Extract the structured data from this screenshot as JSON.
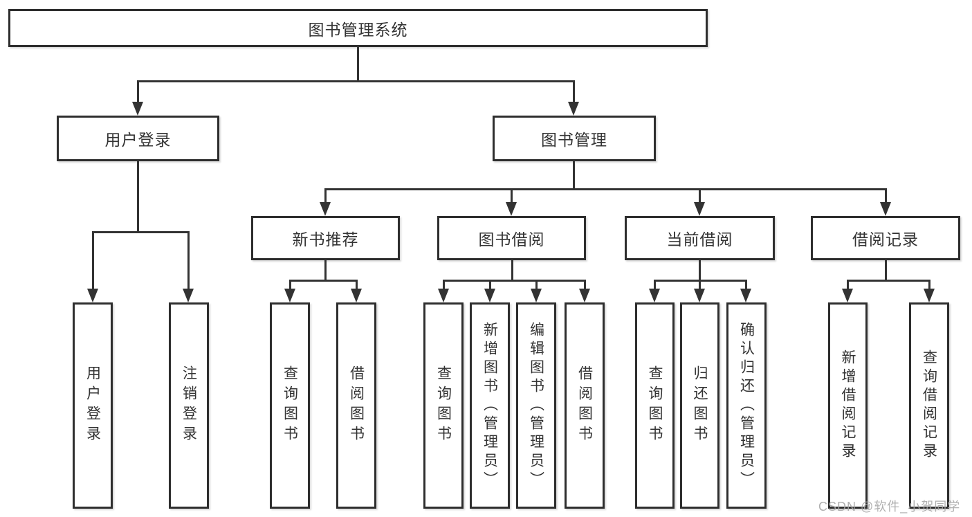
{
  "diagram": {
    "root": {
      "label": "图书管理系统"
    },
    "level2": [
      {
        "label": "用户登录"
      },
      {
        "label": "图书管理"
      }
    ],
    "level3": [
      {
        "label": "新书推荐"
      },
      {
        "label": "图书借阅"
      },
      {
        "label": "当前借阅"
      },
      {
        "label": "借阅记录"
      }
    ],
    "leaves": {
      "user": [
        "用户登录",
        "注销登录"
      ],
      "newbook": [
        "查询图书",
        "借阅图书"
      ],
      "borrow": [
        "查询图书",
        "新增图书（管理员）",
        "编辑图书（管理员）",
        "借阅图书"
      ],
      "current": [
        "查询图书",
        "归还图书",
        "确认归还（管理员）"
      ],
      "records": [
        "新增借阅记录",
        "查询借阅记录"
      ]
    },
    "colors": {
      "line": "#333333",
      "box_border": "#2e2e2e",
      "text": "#333333",
      "background": "#ffffff",
      "watermark": "#a8a8a8"
    }
  },
  "watermark": {
    "text": "CSDN @软件_小贺同学"
  }
}
